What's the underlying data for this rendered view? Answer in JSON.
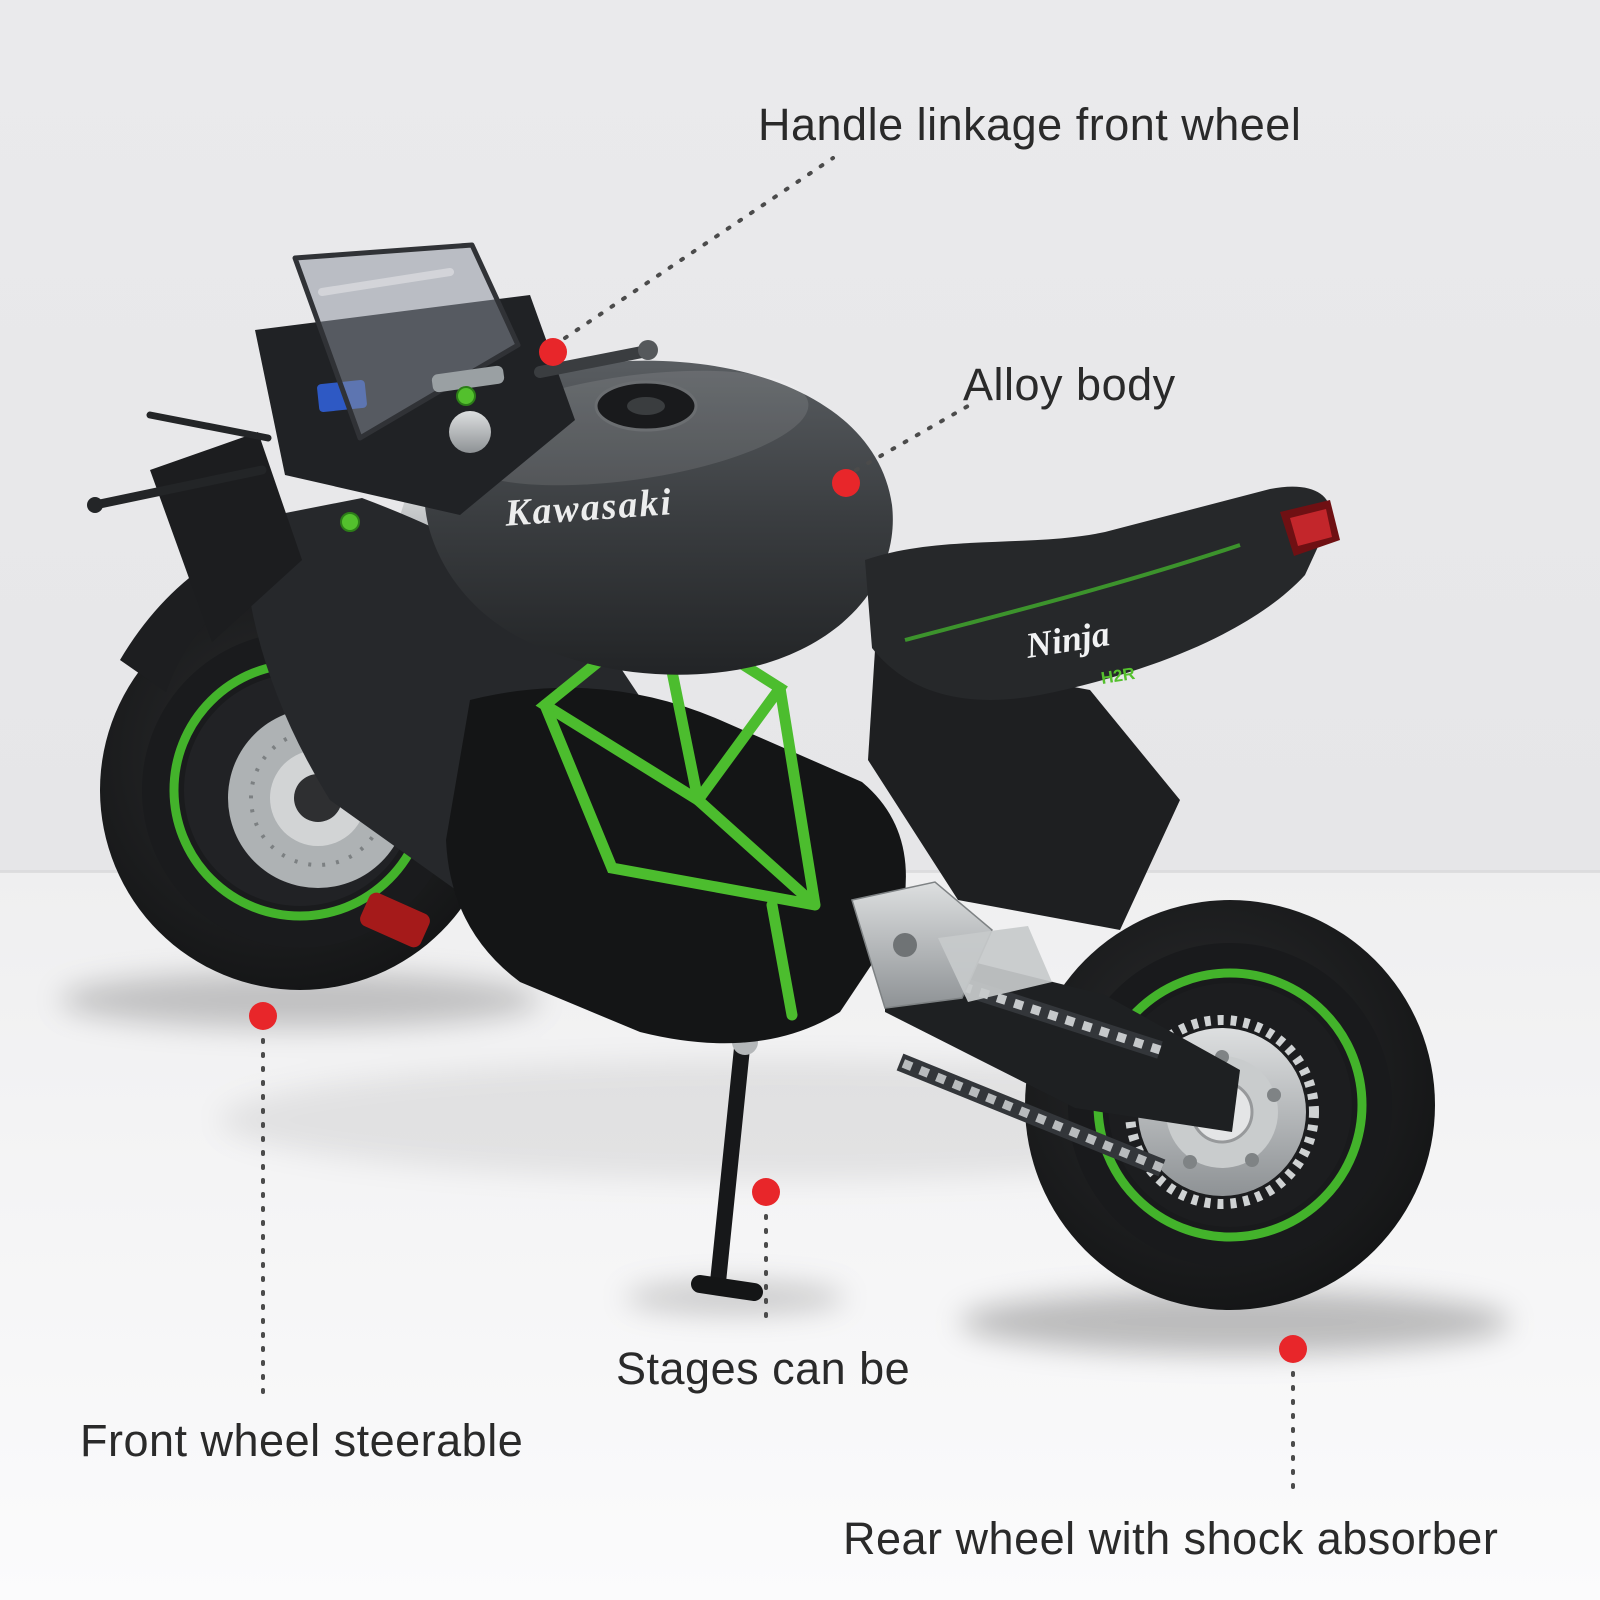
{
  "scene": {
    "brand_text": "Kawasaki",
    "tail_logo_text": "Ninja",
    "tail_logo_subtext": "H2R"
  },
  "annotations": [
    {
      "label": "Handle linkage front wheel"
    },
    {
      "label": "Alloy body"
    },
    {
      "label": "Front wheel steerable"
    },
    {
      "label": "Stages can be"
    },
    {
      "label": "Rear wheel with shock absorber"
    }
  ],
  "colors": {
    "marker_dot": "#e8262a",
    "leader_line": "#4b4b4b",
    "label_text": "#2a2a2a",
    "accent_green": "#46b62c"
  }
}
